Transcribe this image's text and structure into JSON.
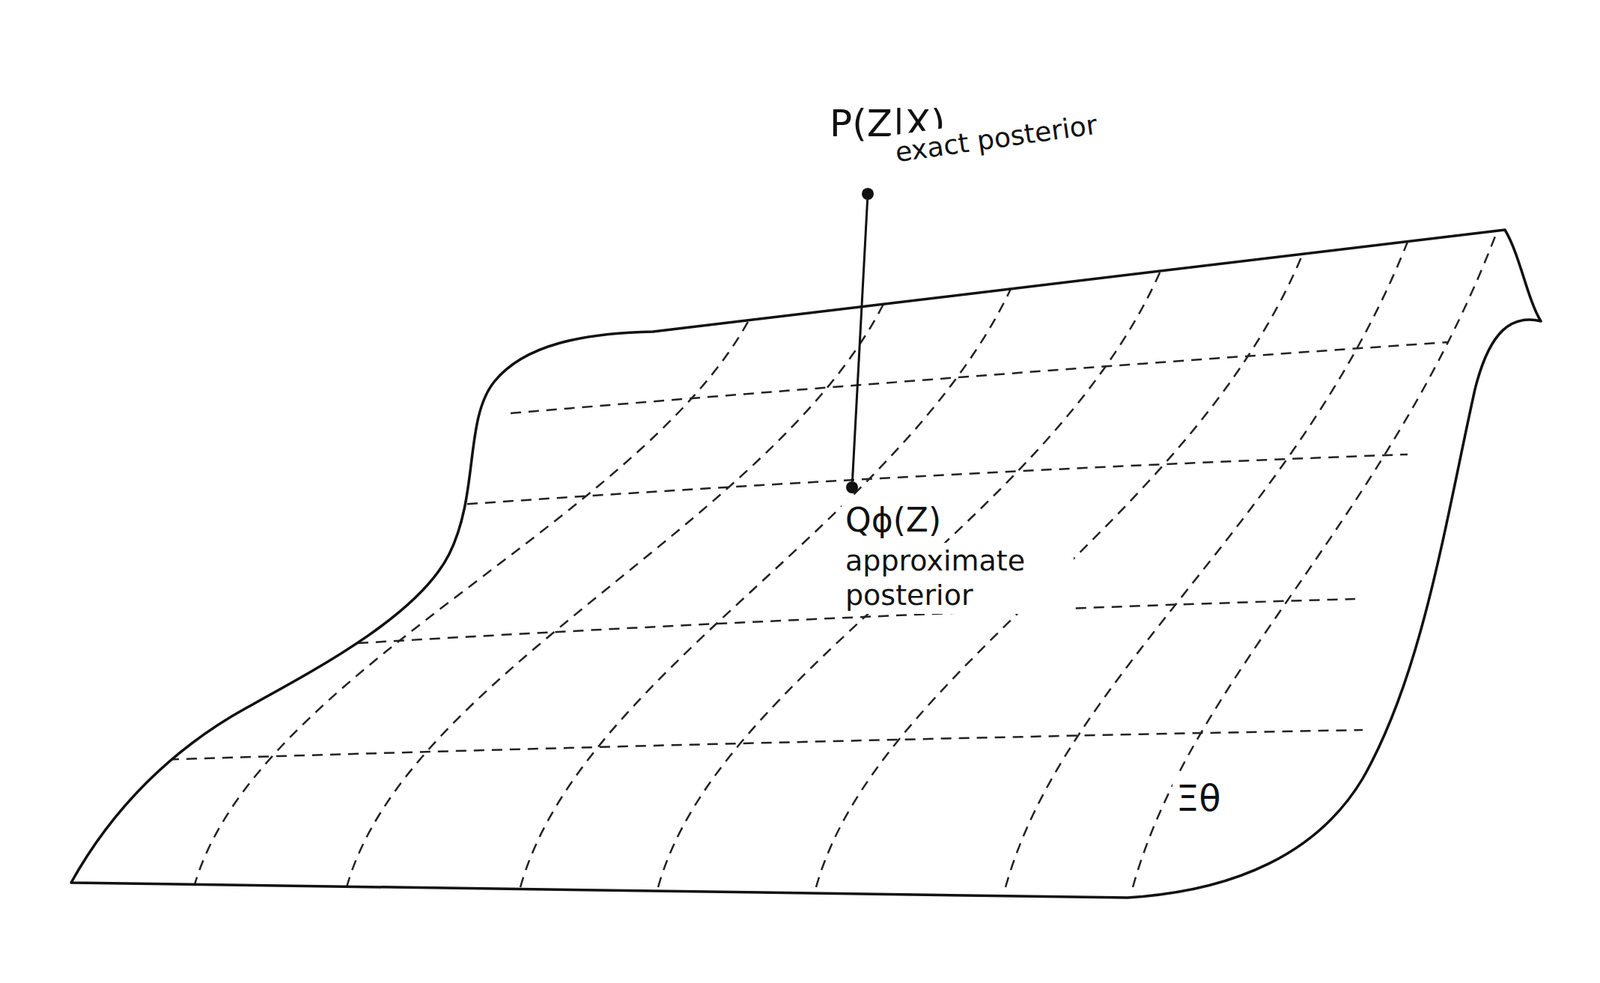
{
  "diagram": {
    "nodes": [
      {
        "text": [
          "P(Z|X)",
          "exact posterior"
        ]
      },
      {
        "text": [
          "Qϕ(Z)",
          "approximate posterior"
        ]
      }
    ],
    "edges": [
      {
        "from": 0,
        "to": 1,
        "arrow": "none"
      }
    ],
    "labels": [
      "Ξθ"
    ]
  }
}
